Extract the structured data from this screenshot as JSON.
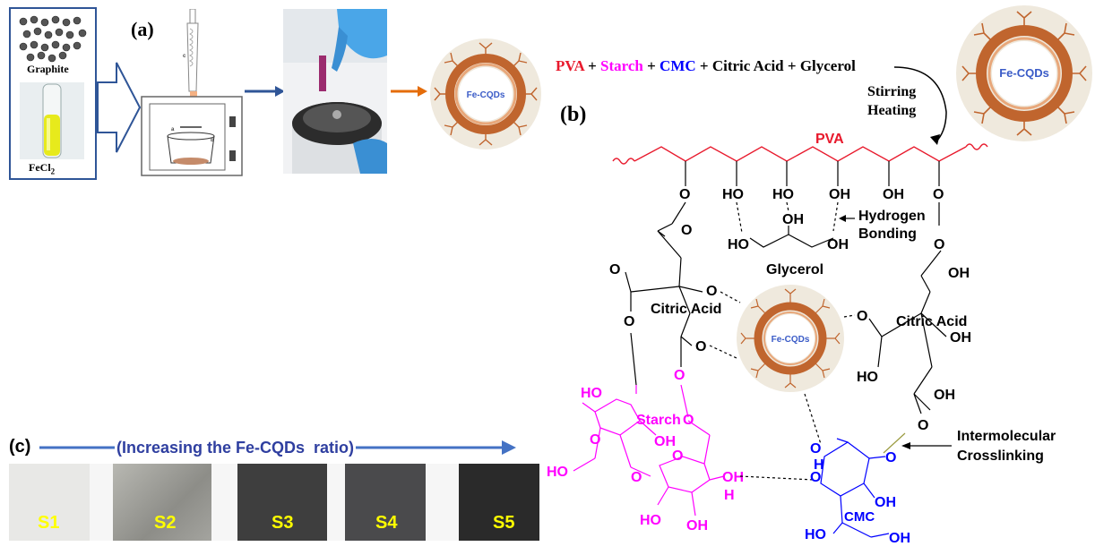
{
  "panel_a": {
    "label": "(a)",
    "graphite_label": "Graphite",
    "fecl2_label_base": "FeCl",
    "fecl2_sub": "2",
    "product_label": "Fe-CQDs"
  },
  "panel_b": {
    "label": "(b)",
    "reaction": {
      "pva": "PVA",
      "plus1": " + ",
      "starch": "Starch",
      "plus2": " + ",
      "cmc": "CMC",
      "rest": " + Citric Acid + Glycerol"
    },
    "stirring": "Stirring",
    "heating": "Heating",
    "corner_product": "Fe-CQDs",
    "center_product": "Fe-CQDs",
    "pva_chain_label": "PVA",
    "hydrogen": "Hydrogen",
    "bonding": "Bonding",
    "glycerol": "Glycerol",
    "citric_acid_left": "Citric Acid",
    "citric_acid_right": "Citric Acid",
    "starch": "Starch",
    "cmc": "CMC",
    "intermolecular": "Intermolecular",
    "crosslinking": "Crosslinking"
  },
  "panel_c": {
    "label": "(c)",
    "arrow_caption": "(Increasing the Fe-CQDs  ratio)",
    "samples": [
      "S1",
      "S2",
      "S3",
      "S4",
      "S5"
    ]
  },
  "colors": {
    "pva": "#e8192c",
    "starch": "#ff00ff",
    "cmc": "#0000ff",
    "arrow_blue": "#4472c4",
    "arrow_orange": "#e46c0a",
    "cqd_ring": "#c0652e",
    "sample_label": "#ffff00"
  }
}
